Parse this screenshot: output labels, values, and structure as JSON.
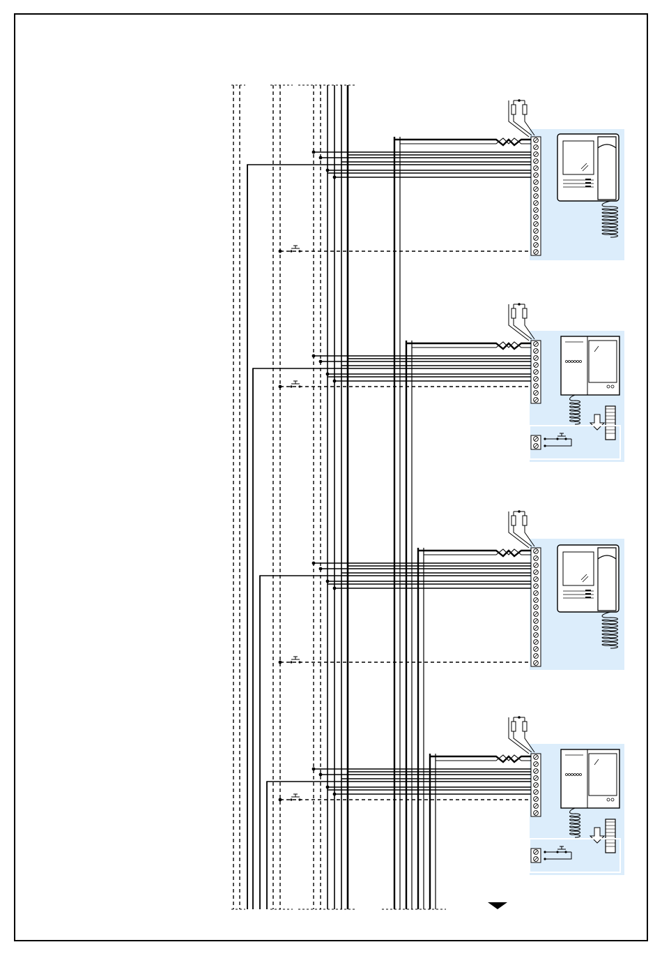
{
  "colors": {
    "panel": "#dcedfb",
    "line": "#000000",
    "device": "#ffffff"
  },
  "icons": {
    "intercom_handset_unit": "monitor-handset-icon",
    "wall_video_unit": "video-door-phone-icon",
    "terminal_block": "terminal-block-icon",
    "pushbutton": "pushbutton-icon",
    "resistor": "resistor-icon",
    "mount_arrow": "down-arrow-icon",
    "continuation": "continuation-arrow-icon"
  },
  "floors": [
    {
      "unit": "handset-monitor"
    },
    {
      "unit": "wall-video",
      "aux_box": true
    },
    {
      "unit": "handset-monitor"
    },
    {
      "unit": "wall-video",
      "aux_box": true
    }
  ]
}
